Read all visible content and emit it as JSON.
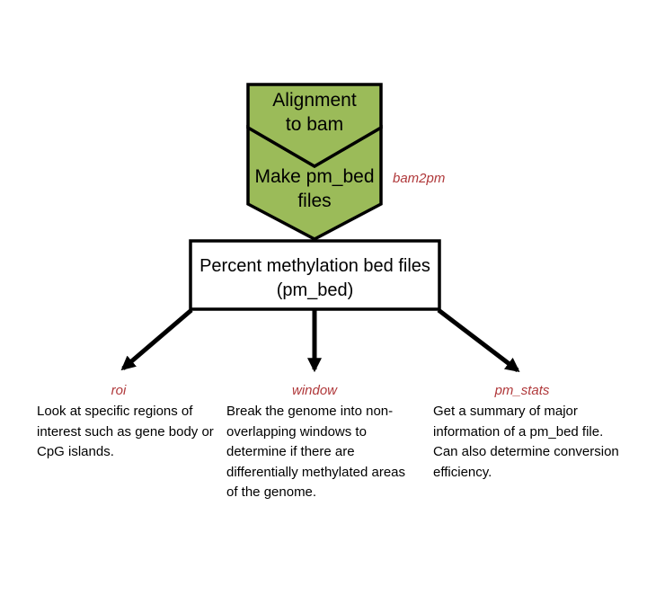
{
  "colors": {
    "pentagon_fill": "#9bbb59",
    "outline": "#000000",
    "accent_text": "#b0393b"
  },
  "steps": {
    "alignment": "Alignment to bam",
    "make_pm_bed": "Make pm_bed files"
  },
  "tool": {
    "bam2pm": "bam2pm"
  },
  "result_box": {
    "text": "Percent methylation bed files (pm_bed)"
  },
  "branches": [
    {
      "name": "roi",
      "description": "Look at specific regions of interest such as gene body or CpG islands."
    },
    {
      "name": "window",
      "description": "Break the genome into non-overlapping windows to determine if there are differentially methylated areas of the genome."
    },
    {
      "name": "pm_stats",
      "description": "Get a summary of major information of a pm_bed file. Can also determine conversion efficiency."
    }
  ]
}
